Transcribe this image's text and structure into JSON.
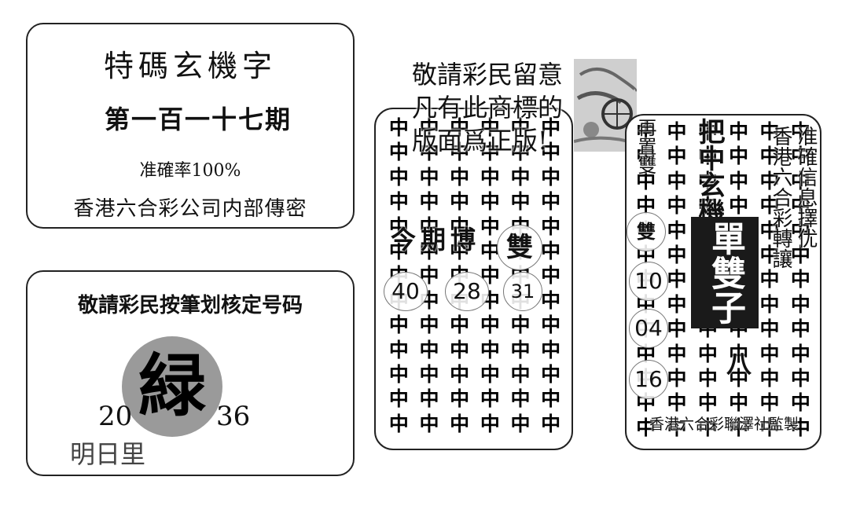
{
  "panel1": {
    "title": "特碼玄機字",
    "issue": "第一百一十七期",
    "accuracy": "准確率100%",
    "source": "香港六合彩公司内部傳密"
  },
  "panel2": {
    "notice": "敬請彩民按筆划核定号码",
    "color_word": "緑",
    "num_left": "20",
    "num_right": "36",
    "hint": "明日里",
    "circle_color": "#9a9a9a"
  },
  "notice_top": {
    "line1": "敬請彩民留意",
    "line2": "凡有此商標的",
    "line3": "版面爲正版!"
  },
  "card_left": {
    "grid_char": "中",
    "label": "今期博",
    "badge": "雙",
    "numbers": [
      "40",
      "28",
      "31"
    ]
  },
  "card_right": {
    "grid_char": "中",
    "vertical_left": "再置雙",
    "badge": "雙",
    "numbers": [
      "10",
      "04",
      "16"
    ],
    "overlay_col": "把中玄機",
    "black_box": "單雙子",
    "right_col1": "准確信息擇优",
    "right_col2": "香港六合彩轉讓",
    "footer": "香港六合彩聯澤社監製",
    "char_ba": "八"
  }
}
